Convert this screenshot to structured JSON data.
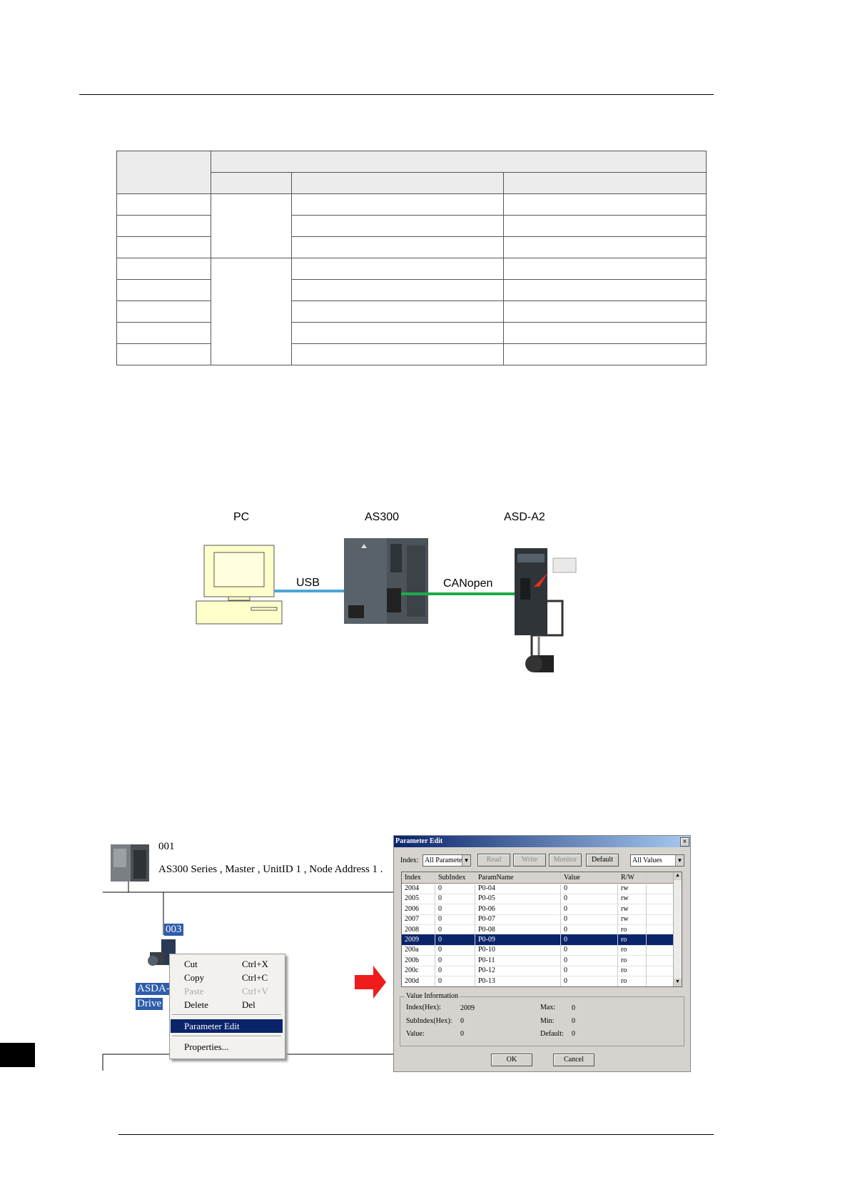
{
  "network": {
    "master_number": "001",
    "master_desc": "AS300 Series , Master , UnitID 1 , Node Address 1 .",
    "slave_number": "003",
    "slave_name_line1": "ASDA-",
    "slave_name_line2": "Drive"
  },
  "diagram": {
    "pc_label": "PC",
    "as300_label": "AS300",
    "asda_label": "ASD-A2",
    "usb_label": "USB",
    "canopen_label": "CANopen"
  },
  "context_menu": {
    "items": [
      {
        "label": "Cut",
        "shortcut": "Ctrl+X"
      },
      {
        "label": "Copy",
        "shortcut": "Ctrl+C"
      },
      {
        "label": "Paste",
        "shortcut": "Ctrl+V"
      },
      {
        "label": "Delete",
        "shortcut": "Del"
      },
      {
        "label": "Parameter Edit",
        "shortcut": ""
      },
      {
        "label": "Properties...",
        "shortcut": ""
      }
    ]
  },
  "dialog": {
    "title": "Parameter Edit",
    "close_glyph": "×",
    "index_label": "Index:",
    "index_value": "All Paramete",
    "values_value": "All Values",
    "buttons": {
      "read": "Read",
      "write": "Write",
      "monitor": "Monitor",
      "default": "Default",
      "ok": "OK",
      "cancel": "Cancel"
    },
    "columns": [
      "Index",
      "SubIndex",
      "ParamName",
      "Value",
      "R/W"
    ],
    "rows": [
      [
        "2004",
        "0",
        "P0-04",
        "0",
        "rw"
      ],
      [
        "2005",
        "0",
        "P0-05",
        "0",
        "rw"
      ],
      [
        "2006",
        "0",
        "P0-06",
        "0",
        "rw"
      ],
      [
        "2007",
        "0",
        "P0-07",
        "0",
        "rw"
      ],
      [
        "2008",
        "0",
        "P0-08",
        "0",
        "ro"
      ],
      [
        "2009",
        "0",
        "P0-09",
        "0",
        "ro"
      ],
      [
        "200a",
        "0",
        "P0-10",
        "0",
        "ro"
      ],
      [
        "200b",
        "0",
        "P0-11",
        "0",
        "ro"
      ],
      [
        "200c",
        "0",
        "P0-12",
        "0",
        "ro"
      ],
      [
        "200d",
        "0",
        "P0-13",
        "0",
        "ro"
      ]
    ],
    "value_info": {
      "group_title": "Value Information",
      "index_hex_label": "Index(Hex):",
      "index_hex_value": "2009",
      "subindex_hex_label": "SubIndex(Hex):",
      "subindex_hex_value": "0",
      "value_label": "Value:",
      "value_value": "0",
      "max_label": "Max:",
      "max_value": "0",
      "min_label": "Min:",
      "min_value": "0",
      "default_label": "Default:",
      "default_value": "0"
    }
  }
}
